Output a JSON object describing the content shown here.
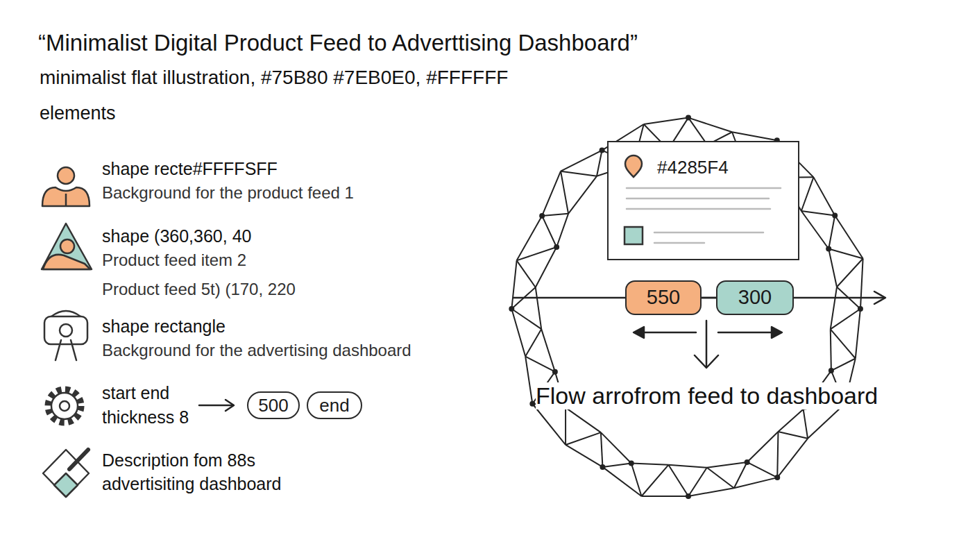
{
  "diagram": {
    "title": "“Minimalist Digital Product Feed to Adverttising Dashboard”",
    "nodes": [
      {
        "text": [
          "500"
        ]
      },
      {
        "text": [
          "end"
        ]
      },
      {
        "text": [
          "#4285F4"
        ]
      },
      {
        "text": [
          "550"
        ]
      },
      {
        "text": [
          "300"
        ]
      }
    ],
    "edges": [
      {
        "from": 3,
        "to": 4,
        "arrow": "none"
      }
    ],
    "labels": [
      "minimalist flat illustration, #75B80 #7EB0E0, #FFFFFF",
      "elements",
      "shape recte#FFFFSFF",
      "Background for the product feed 1",
      "shape (360,360, 40",
      "Product feed item 2",
      "Product feed 5t) (170, 220",
      "shape rectangle",
      "Background for the advertising dashboard",
      "start end",
      "thickness 8",
      "Description fom 88s",
      "advertisiting dashboard",
      "Flow arrofrom feed to dashboard"
    ]
  }
}
